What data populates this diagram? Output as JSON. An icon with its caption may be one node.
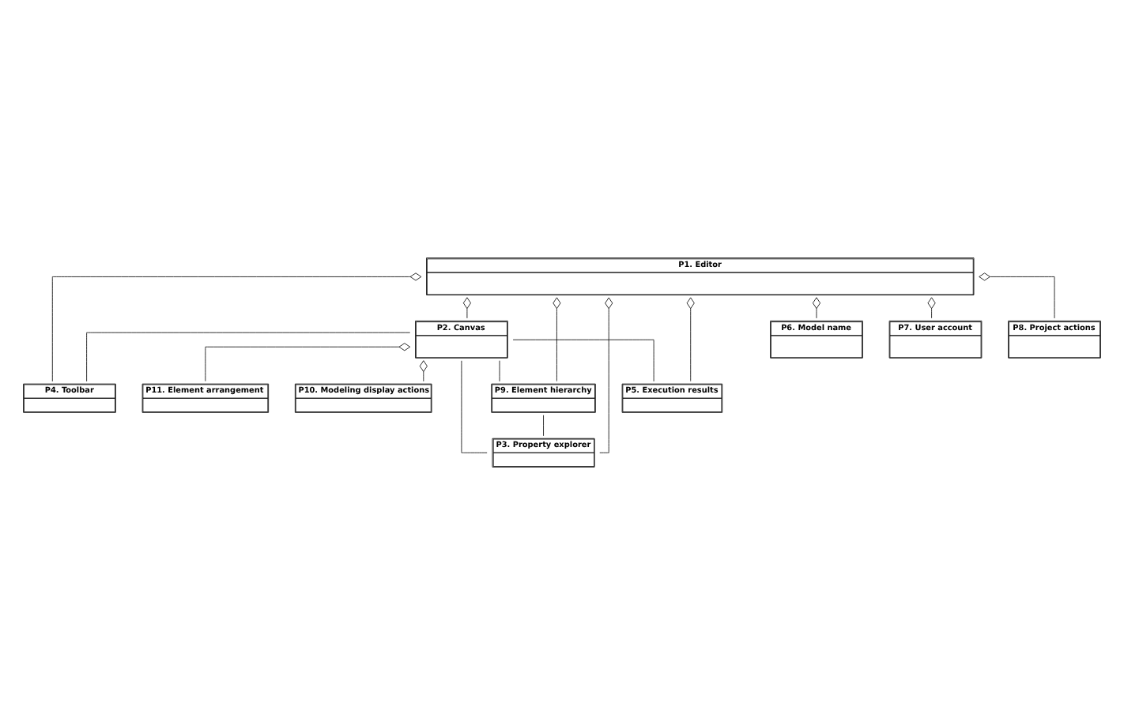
{
  "diagram": {
    "nodes": [
      {
        "text": [
          "P1. Editor"
        ]
      },
      {
        "text": [
          "P9. Element hierarchy"
        ]
      },
      {
        "text": [
          "P2. Canvas"
        ]
      },
      {
        "text": [
          "P3. Property explorer"
        ]
      },
      {
        "text": [
          "P6. Model name"
        ]
      },
      {
        "text": [
          "P4. Toolbar"
        ]
      },
      {
        "text": [
          "P7. User account"
        ]
      },
      {
        "text": [
          "P5. Execution results"
        ]
      },
      {
        "text": [
          "P8. Project actions"
        ]
      },
      {
        "text": [
          "P11. Element arrangement"
        ]
      },
      {
        "text": [
          "P10. Modeling display actions"
        ]
      }
    ],
    "edges": [
      {
        "from": 0,
        "to": 2,
        "arrow": "other"
      },
      {
        "from": 0,
        "to": 1,
        "arrow": "other"
      },
      {
        "from": 0,
        "to": 3,
        "arrow": "other"
      },
      {
        "from": 0,
        "to": 5,
        "arrow": "other"
      },
      {
        "from": 0,
        "to": 7,
        "arrow": "other"
      },
      {
        "from": 0,
        "to": 8,
        "arrow": "other"
      },
      {
        "from": 0,
        "to": 6,
        "arrow": "other"
      },
      {
        "from": 0,
        "to": 4,
        "arrow": "other"
      },
      {
        "from": 1,
        "to": 3,
        "arrow": "none"
      },
      {
        "from": 2,
        "to": 1,
        "arrow": "none"
      },
      {
        "from": 2,
        "to": 3,
        "arrow": "none"
      },
      {
        "from": 2,
        "to": 5,
        "arrow": "none"
      },
      {
        "from": 2,
        "to": 7,
        "arrow": "none"
      },
      {
        "from": 2,
        "to": 9,
        "arrow": "other"
      },
      {
        "from": 2,
        "to": 10,
        "arrow": "other"
      }
    ]
  }
}
